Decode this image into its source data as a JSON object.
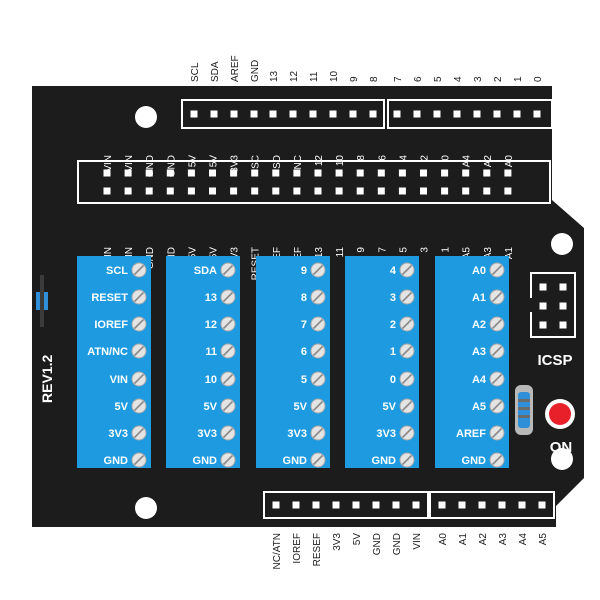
{
  "board": {
    "revision": "REV1.2",
    "icsp_label": "ICSP",
    "on_label": "ON",
    "colors": {
      "pcb": "#1c1c1c",
      "terminal_block": "#1e9be0",
      "header_outline": "#ffffff",
      "led": "#e8202a",
      "switch": "#2f8fd8"
    }
  },
  "top_header": {
    "left_labels": [
      "SCL",
      "SDA",
      "AREF",
      "GND",
      "13",
      "12",
      "11",
      "10",
      "9",
      "8"
    ],
    "right_labels": [
      "7",
      "6",
      "5",
      "4",
      "3",
      "2",
      "1",
      "0"
    ]
  },
  "double_header": {
    "upper_labels": [
      "VIN",
      "VIN",
      "GND",
      "GND",
      "5V",
      "5V",
      "3V3",
      "SC",
      "SD",
      "NC",
      "12",
      "10",
      "8",
      "6",
      "4",
      "2",
      "0",
      "A4",
      "A2",
      "A0"
    ],
    "lower_labels": [
      "VIN",
      "VIN",
      "GND",
      "GND",
      "5V",
      "5V",
      "3V3",
      "RESET",
      "IOREF",
      "AREF",
      "13",
      "11",
      "9",
      "7",
      "5",
      "3",
      "1",
      "A5",
      "A3",
      "A1"
    ]
  },
  "bottom_header": {
    "left_labels": [
      "NC/ATN",
      "IOREF",
      "RESEF",
      "3V3",
      "5V",
      "GND",
      "GND",
      "VIN"
    ],
    "right_labels": [
      "A0",
      "A1",
      "A2",
      "A3",
      "A4",
      "A5"
    ]
  },
  "terminal_blocks": [
    {
      "labels": [
        "SCL",
        "RESET",
        "IOREF",
        "ATN/NC",
        "VIN",
        "5V",
        "3V3",
        "GND"
      ]
    },
    {
      "labels": [
        "SDA",
        "13",
        "12",
        "11",
        "10",
        "5V",
        "3V3",
        "GND"
      ]
    },
    {
      "labels": [
        "9",
        "8",
        "7",
        "6",
        "5",
        "5V",
        "3V3",
        "GND"
      ]
    },
    {
      "labels": [
        "4",
        "3",
        "2",
        "1",
        "0",
        "5V",
        "3V3",
        "GND"
      ]
    },
    {
      "labels": [
        "A0",
        "A1",
        "A2",
        "A3",
        "A4",
        "A5",
        "AREF",
        "GND"
      ]
    }
  ]
}
